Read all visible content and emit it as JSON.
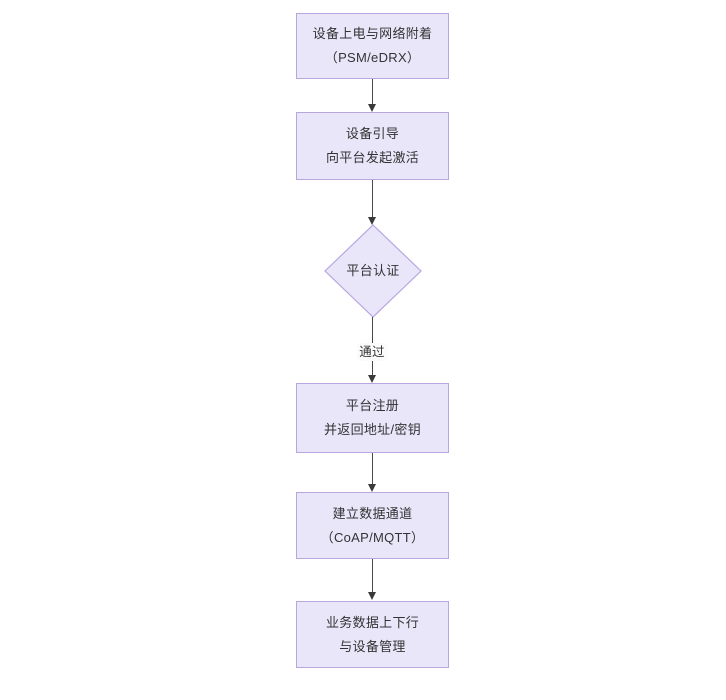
{
  "diagram": {
    "type": "flowchart",
    "orientation": "top-to-bottom",
    "background_color": "#ffffff",
    "node_fill_color": "#e9e6fa",
    "node_border_color": "#b9a5e0",
    "text_color": "#333333",
    "edge_color": "#4a4a4a",
    "nodes": [
      {
        "id": "power-on",
        "shape": "rectangle",
        "line1": "设备上电与网络附着",
        "line2": "（PSM/eDRX）"
      },
      {
        "id": "bootstrap",
        "shape": "rectangle",
        "line1": "设备引导",
        "line2": "向平台发起激活"
      },
      {
        "id": "platform-auth",
        "shape": "diamond",
        "line1": "平台认证",
        "line2": ""
      },
      {
        "id": "platform-register",
        "shape": "rectangle",
        "line1": "平台注册",
        "line2": "并返回地址/密钥"
      },
      {
        "id": "data-channel",
        "shape": "rectangle",
        "line1": "建立数据通道",
        "line2": "（CoAP/MQTT）"
      },
      {
        "id": "business-data",
        "shape": "rectangle",
        "line1": "业务数据上下行",
        "line2": "与设备管理"
      }
    ],
    "edges": [
      {
        "id": "e1",
        "from": "power-on",
        "to": "bootstrap",
        "label": ""
      },
      {
        "id": "e2",
        "from": "bootstrap",
        "to": "platform-auth",
        "label": ""
      },
      {
        "id": "e3",
        "from": "platform-auth",
        "to": "platform-register",
        "label": "通过"
      },
      {
        "id": "e4",
        "from": "platform-register",
        "to": "data-channel",
        "label": ""
      },
      {
        "id": "e5",
        "from": "data-channel",
        "to": "business-data",
        "label": ""
      }
    ]
  }
}
